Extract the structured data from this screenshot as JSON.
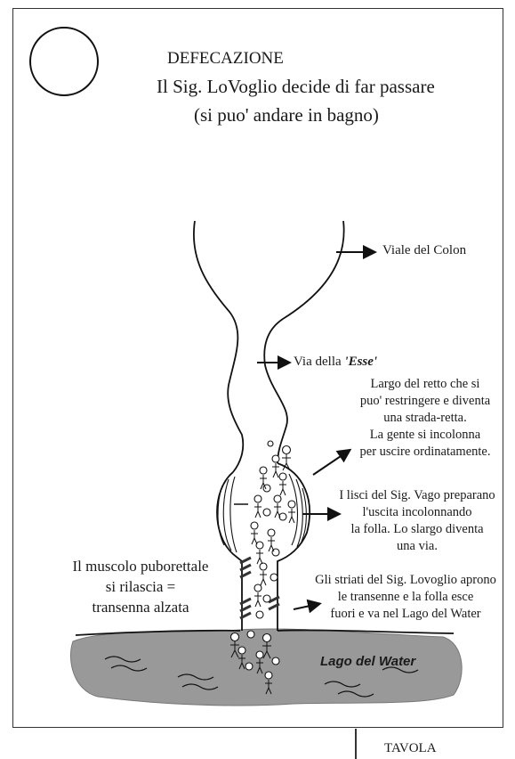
{
  "header": {
    "title": "DEFECAZIONE",
    "line1": "Il Sig. LoVoglio decide di far passare",
    "line2": "(si puo' andare in bagno)"
  },
  "labels": {
    "viale_colon": "Viale del Colon",
    "via_esse_prefix": "Via della ",
    "via_esse_name": "'Esse'",
    "largo_retto": [
      "Largo del retto che si",
      "puo' restringere e diventa",
      "una strada-retta.",
      "La gente si incolonna",
      "per uscire ordinatamente."
    ],
    "lisci": [
      "I lisci del Sig. Vago preparano",
      "l'uscita incolonnando",
      "la folla. Lo slargo diventa",
      "una via."
    ],
    "striati": [
      "Gli striati del Sig. Lovoglio aprono",
      "le transenne e la folla esce",
      "fuori e va nel Lago del Water"
    ],
    "muscolo": [
      "Il muscolo puborettale",
      "si rilascia =",
      "transenna alzata"
    ],
    "lago": "Lago del Water"
  },
  "footer": {
    "tavola": "TAVOLA"
  },
  "colors": {
    "lake": "#999999",
    "ink": "#111111"
  }
}
